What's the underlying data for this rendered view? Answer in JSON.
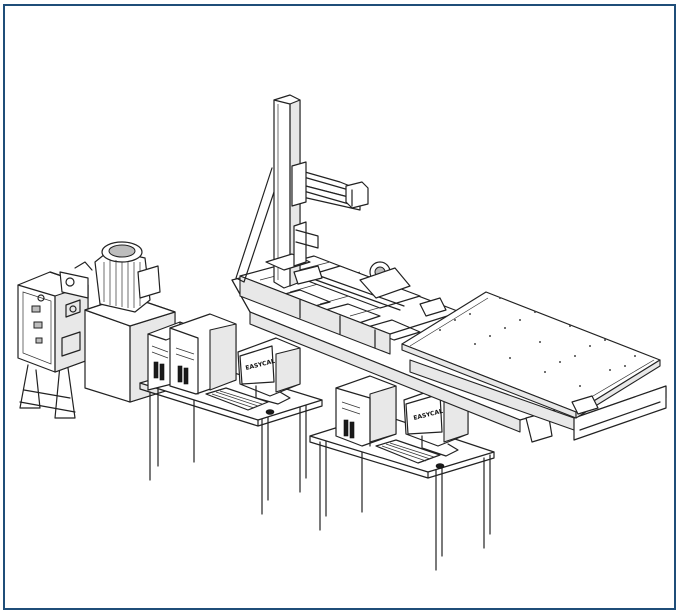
{
  "figure": {
    "frame_color": "#1f4e79",
    "monitor_label_left": "EASYCAL",
    "monitor_label_right": "EASYCAL"
  },
  "components": [
    "control-cabinet",
    "hydraulic-power-unit",
    "left-computer-desk",
    "right-computer-desk",
    "vertical-column",
    "horizontal-arm",
    "base-frame",
    "test-platform"
  ]
}
